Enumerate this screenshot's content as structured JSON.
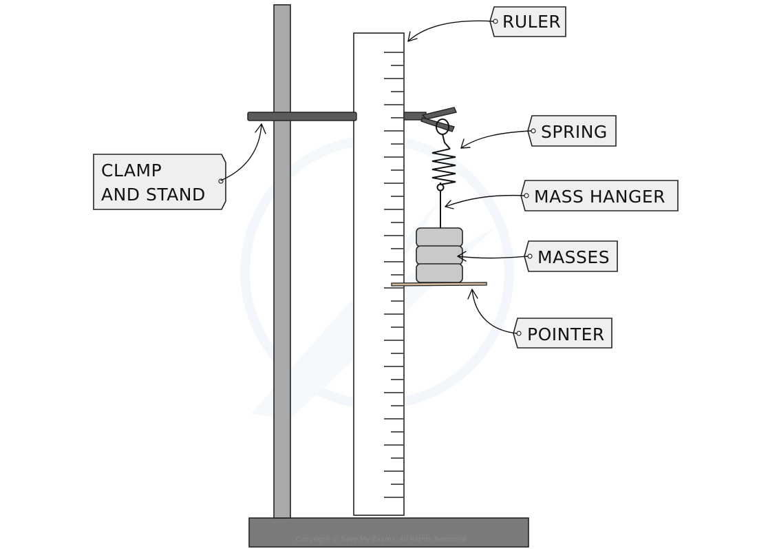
{
  "labels": {
    "ruler": "RULER",
    "spring": "SPRING",
    "clamp_line1": "CLAMP",
    "clamp_line2": "AND STAND",
    "mass_hanger": "MASS HANGER",
    "masses": "MASSES",
    "pointer": "POINTER"
  },
  "copyright": "Copyright © Save My Exams. All Rights Reserved",
  "colors": {
    "stand": "#a9a9a9",
    "base": "#7b7b7b",
    "clamp_arm": "#5b5b5b",
    "masses": "#c9c9c9",
    "pointer": "#cfb79a",
    "tag_fill": "#efefef",
    "watermark": "#eaf2f8"
  }
}
